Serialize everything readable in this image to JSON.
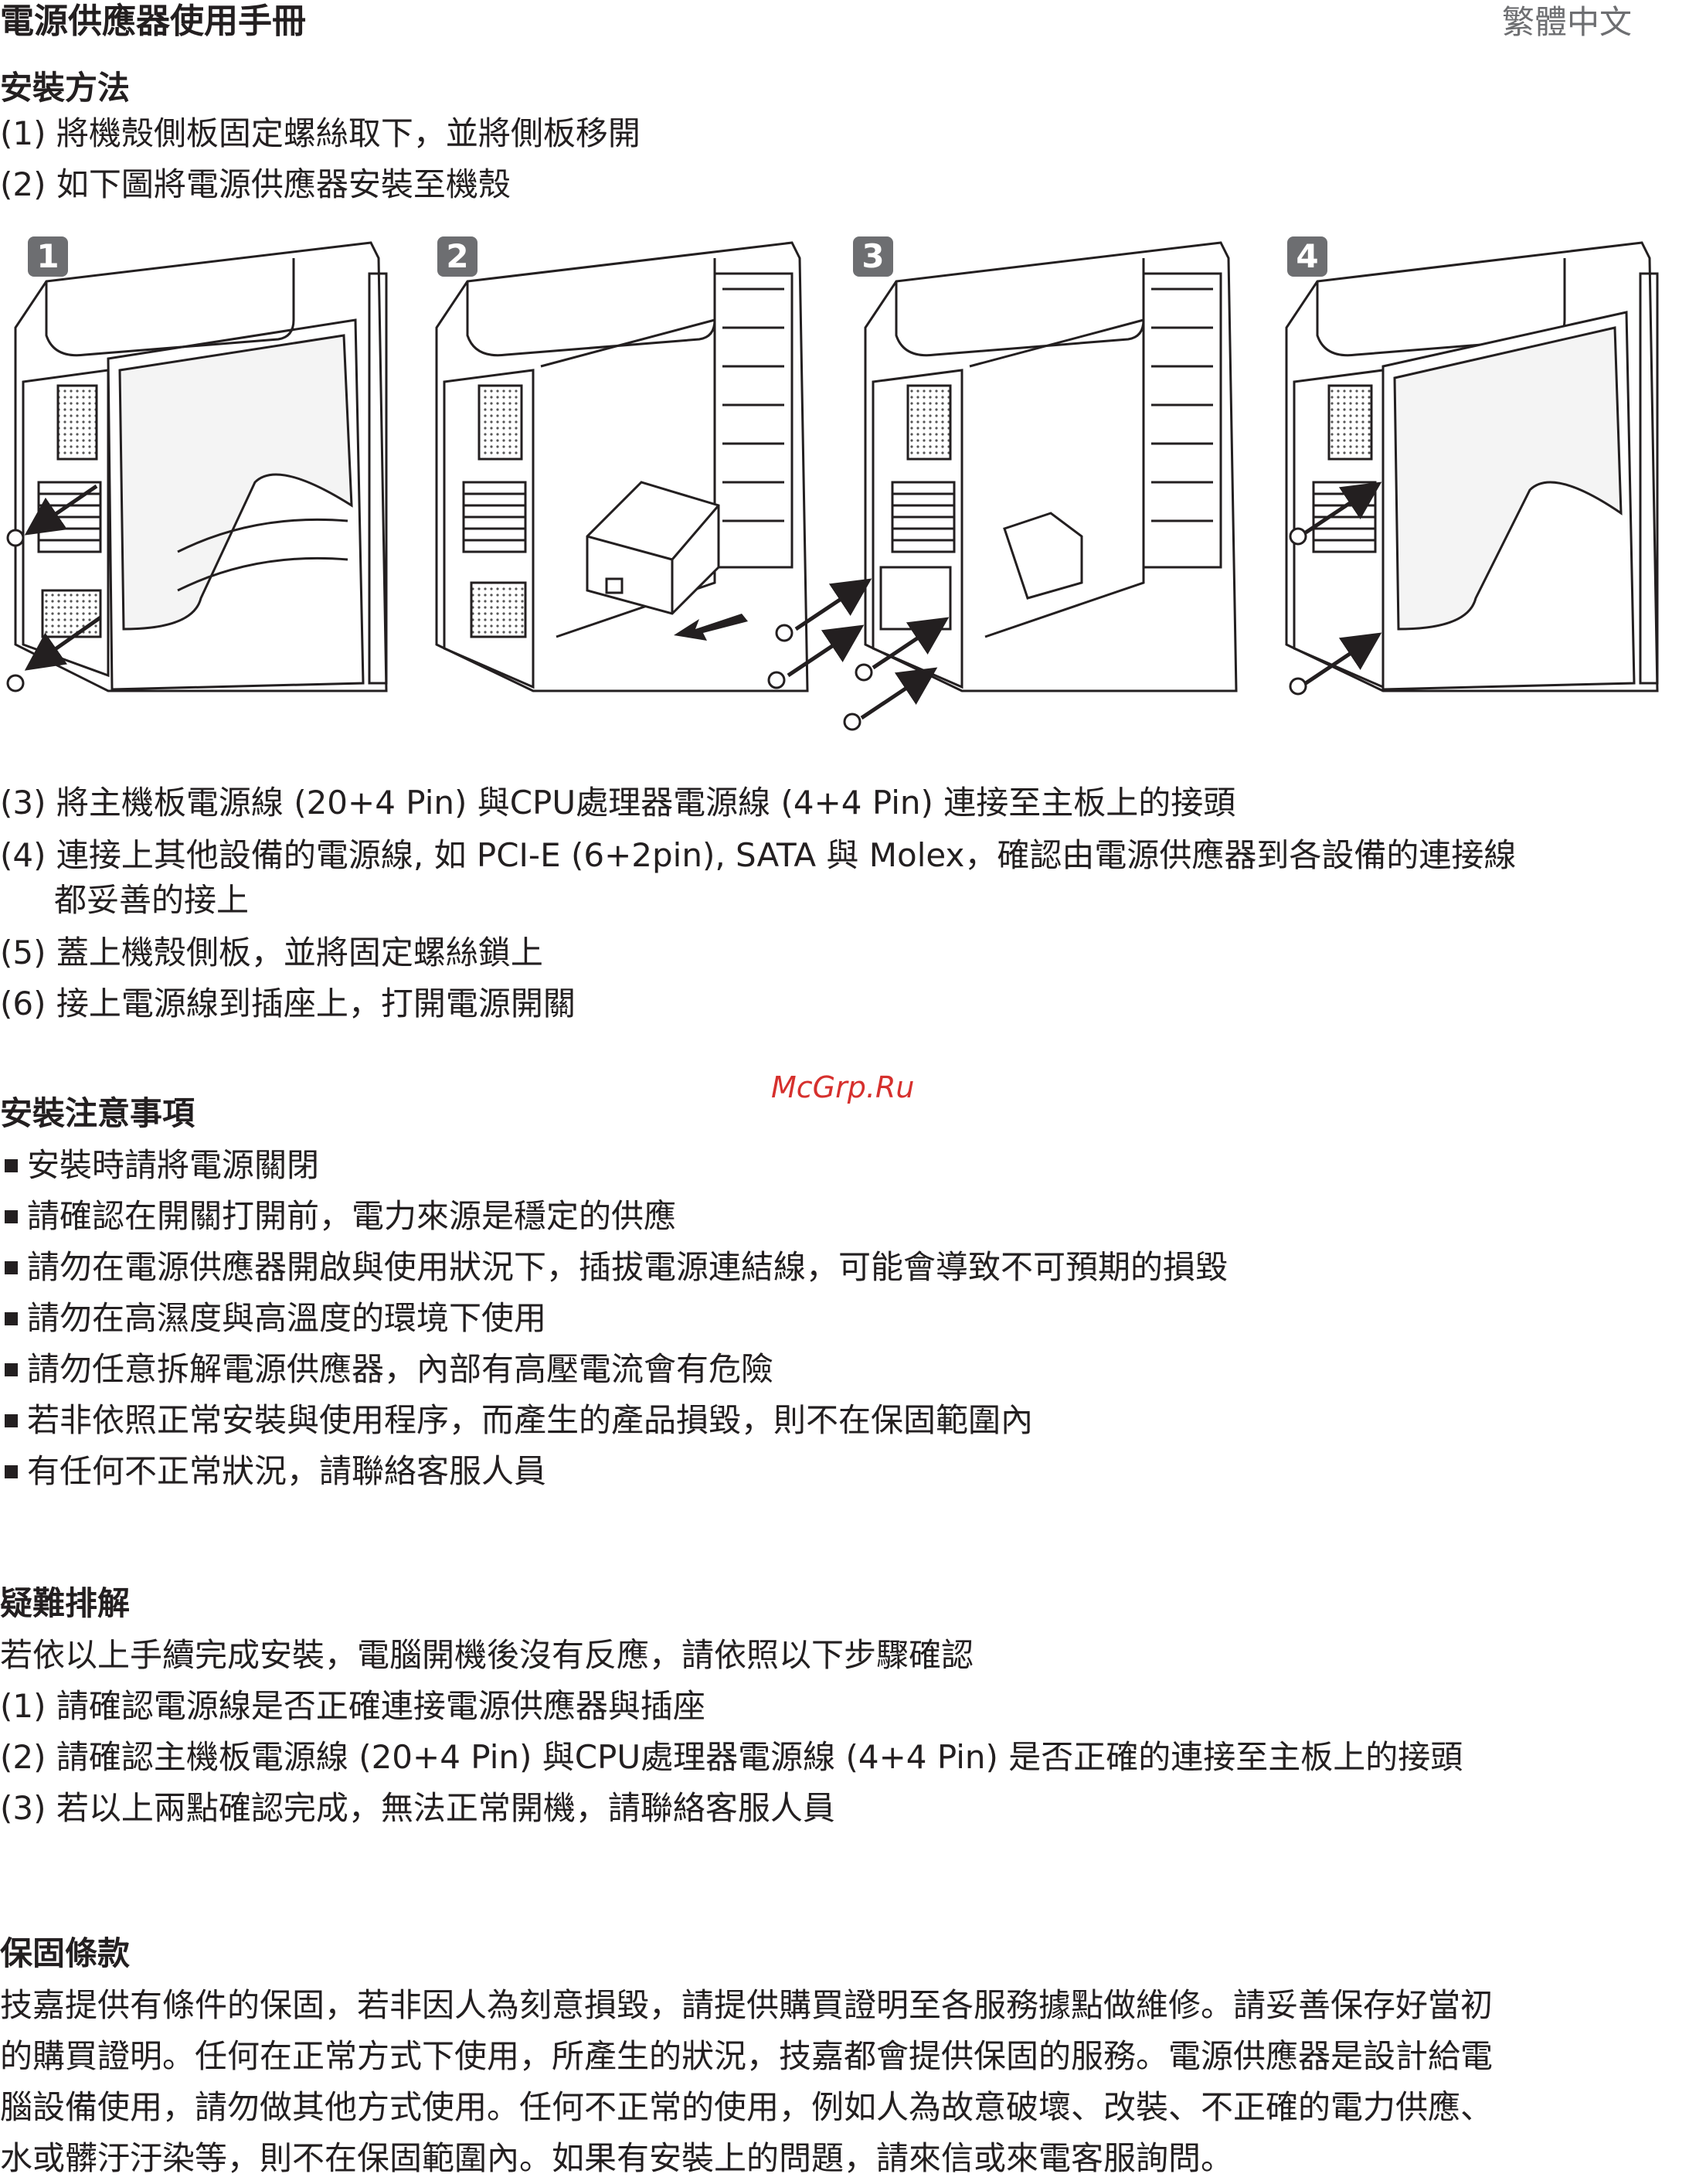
{
  "header": {
    "title": "電源供應器使用手冊",
    "language": "繁體中文"
  },
  "install": {
    "heading": "安裝方法",
    "steps_before_figure": [
      "(1) 將機殼側板固定螺絲取下，並將側板移開",
      "(2) 如下圖將電源供應器安裝至機殼"
    ],
    "figure_steps": [
      "1",
      "2",
      "3",
      "4"
    ],
    "steps_after_figure": [
      "(3) 將主機板電源線 (20+4 Pin) 與CPU處理器電源線 (4+4 Pin) 連接至主板上的接頭",
      "(4) 連接上其他設備的電源線, 如 PCI-E (6+2pin), SATA 與 Molex，確認由電源供應器到各設備的連接線",
      "都妥善的接上",
      "(5) 蓋上機殼側板，並將固定螺絲鎖上",
      "(6) 接上電源線到插座上，打開電源開關"
    ]
  },
  "watermark": "McGrp.Ru",
  "notes": {
    "heading": "安裝注意事項",
    "items": [
      "安裝時請將電源關閉",
      "請確認在開關打開前，電力來源是穩定的供應",
      "請勿在電源供應器開啟與使用狀況下，插拔電源連結線，可能會導致不可預期的損毀",
      "請勿在高濕度與高溫度的環境下使用",
      "請勿任意拆解電源供應器，內部有高壓電流會有危險",
      "若非依照正常安裝與使用程序，而產生的產品損毀，則不在保固範圍內",
      "有任何不正常狀況，請聯絡客服人員"
    ]
  },
  "troubleshoot": {
    "heading": "疑難排解",
    "intro": "若依以上手續完成安裝，電腦開機後沒有反應，請依照以下步驟確認",
    "steps": [
      "(1) 請確認電源線是否正確連接電源供應器與插座",
      "(2) 請確認主機板電源線 (20+4 Pin) 與CPU處理器電源線 (4+4 Pin) 是否正確的連接至主板上的接頭",
      "(3) 若以上兩點確認完成，無法正常開機，請聯絡客服人員"
    ]
  },
  "warranty": {
    "heading": "保固條款",
    "lines": [
      "技嘉提供有條件的保固，若非因人為刻意損毀，請提供購買證明至各服務據點做維修。請妥善保存好當初",
      "的購買證明。任何在正常方式下使用，所產生的狀況，技嘉都會提供保固的服務。電源供應器是設計給電",
      "腦設備使用，請勿做其他方式使用。任何不正常的使用，例如人為故意破壞、改裝、不正確的電力供應、",
      "水或髒汙汙染等，則不在保固範圍內。如果有安裝上的問題，請來信或來電客服詢問。"
    ]
  }
}
